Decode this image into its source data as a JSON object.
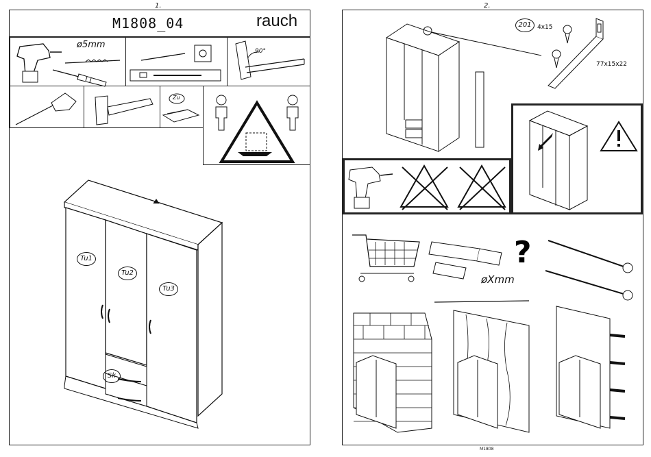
{
  "page1": {
    "page_number": "1.",
    "model": "M1808_04",
    "brand": "rauch",
    "tools": {
      "drill_bit_label": "ø5mm",
      "square_angle_label": "90°",
      "zu_label": "Zu"
    },
    "parts": {
      "door1": "Tu1",
      "door2": "Tu2",
      "door3": "Tu3",
      "drawer": "Sk"
    }
  },
  "page2": {
    "page_number": "2.",
    "fitting_id": "201",
    "screw_size": "4x15",
    "bracket_size": "77x15x22",
    "anchor_label": "øXmm",
    "question_mark": "?"
  },
  "footer": {
    "model_code": "M1808"
  }
}
